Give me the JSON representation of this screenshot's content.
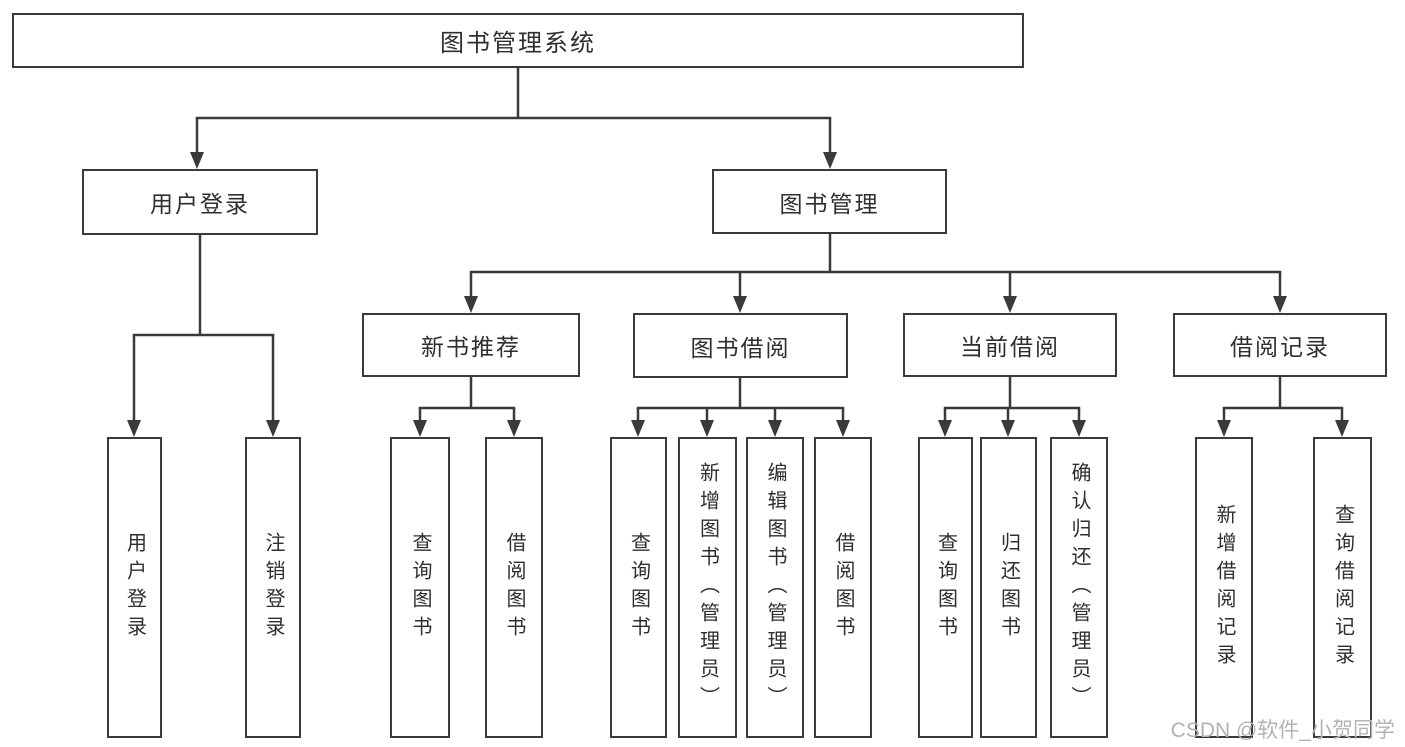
{
  "tree": {
    "label": "图书管理系统",
    "children": [
      {
        "label": "用户登录",
        "children": [
          {
            "label": "用户登录"
          },
          {
            "label": "注销登录"
          }
        ]
      },
      {
        "label": "图书管理",
        "children": [
          {
            "label": "新书推荐",
            "children": [
              {
                "label": "查询图书"
              },
              {
                "label": "借阅图书"
              }
            ]
          },
          {
            "label": "图书借阅",
            "children": [
              {
                "label": "查询图书"
              },
              {
                "label": "新增图书（管理员）"
              },
              {
                "label": "编辑图书（管理员）"
              },
              {
                "label": "借阅图书"
              }
            ]
          },
          {
            "label": "当前借阅",
            "children": [
              {
                "label": "查询图书"
              },
              {
                "label": "归还图书"
              },
              {
                "label": "确认归还（管理员）"
              }
            ]
          },
          {
            "label": "借阅记录",
            "children": [
              {
                "label": "新增借阅记录"
              },
              {
                "label": "查询借阅记录"
              }
            ]
          }
        ]
      }
    ]
  },
  "watermark": {
    "text": "CSDN @软件_小贺同学"
  },
  "colors": {
    "line": "#3a3a3a",
    "text": "#2f2f2f",
    "box_background": "#ffffff",
    "page_background": "#ffffff",
    "watermark": "#b3b3b3"
  }
}
